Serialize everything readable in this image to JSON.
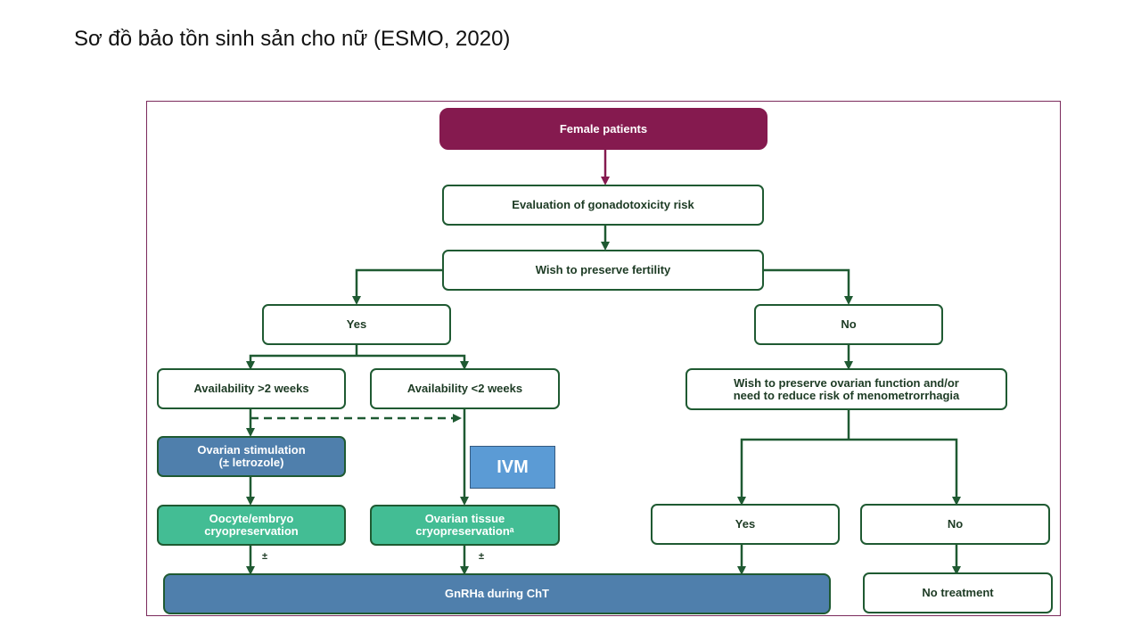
{
  "slide": {
    "title": "Sơ đồ bảo tồn sinh sản cho nữ (ESMO, 2020)"
  },
  "flowchart": {
    "female_patients": "Female patients",
    "evaluation": "Evaluation of gonadotoxicity risk",
    "wish_fertility": "Wish to preserve fertility",
    "yes": "Yes",
    "no": "No",
    "avail_gt2": "Availability >2 weeks",
    "avail_lt2": "Availability <2 weeks",
    "ovarian_stimulation": "Ovarian stimulation\n(± letrozole)",
    "oocyte_embryo": "Oocyte/embryo\ncryopreservation",
    "ovarian_tissue": "Ovarian tissue\ncryopreservationᵃ",
    "wish_ovarian_function": "Wish to preserve ovarian function and/or\nneed to reduce risk of menometrorrhagia",
    "yes_2": "Yes",
    "no_2": "No",
    "gnrha": "GnRHa during ChT",
    "no_treatment": "No treatment",
    "plus_minus_1": "±",
    "plus_minus_2": "±"
  },
  "ivm_label": "IVM",
  "colors": {
    "top_box": "#851a4f",
    "line": "#1f5a32",
    "blue_box": "#4f7fac",
    "teal_box": "#43bd94",
    "ivm_box": "#5b9bd5"
  }
}
